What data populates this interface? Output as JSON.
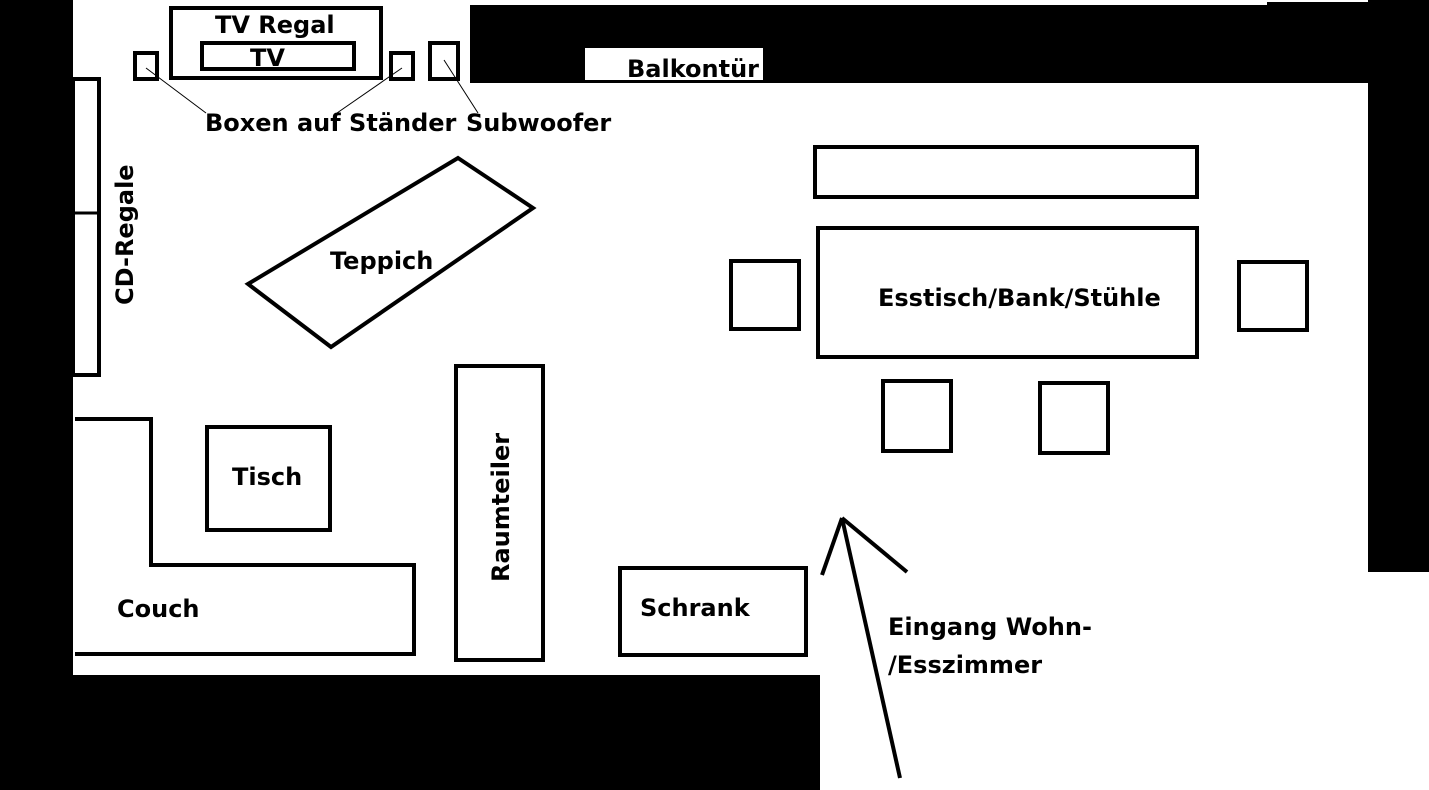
{
  "labels": {
    "tv_regal": "TV Regal",
    "tv": "TV",
    "balkontuer": "Balkontür",
    "boxen": "Boxen auf Ständer",
    "subwoofer": "Subwoofer",
    "cd_regale": "CD-Regale",
    "teppich": "Teppich",
    "esstisch": "Esstisch/Bank/Stühle",
    "tisch": "Tisch",
    "raumteiler": "Raumteiler",
    "couch": "Couch",
    "schrank": "Schrank",
    "eingang_1": "Eingang Wohn-",
    "eingang_2": "/Esszimmer"
  },
  "colors": {
    "wall": "#000000",
    "floor": "#ffffff"
  }
}
